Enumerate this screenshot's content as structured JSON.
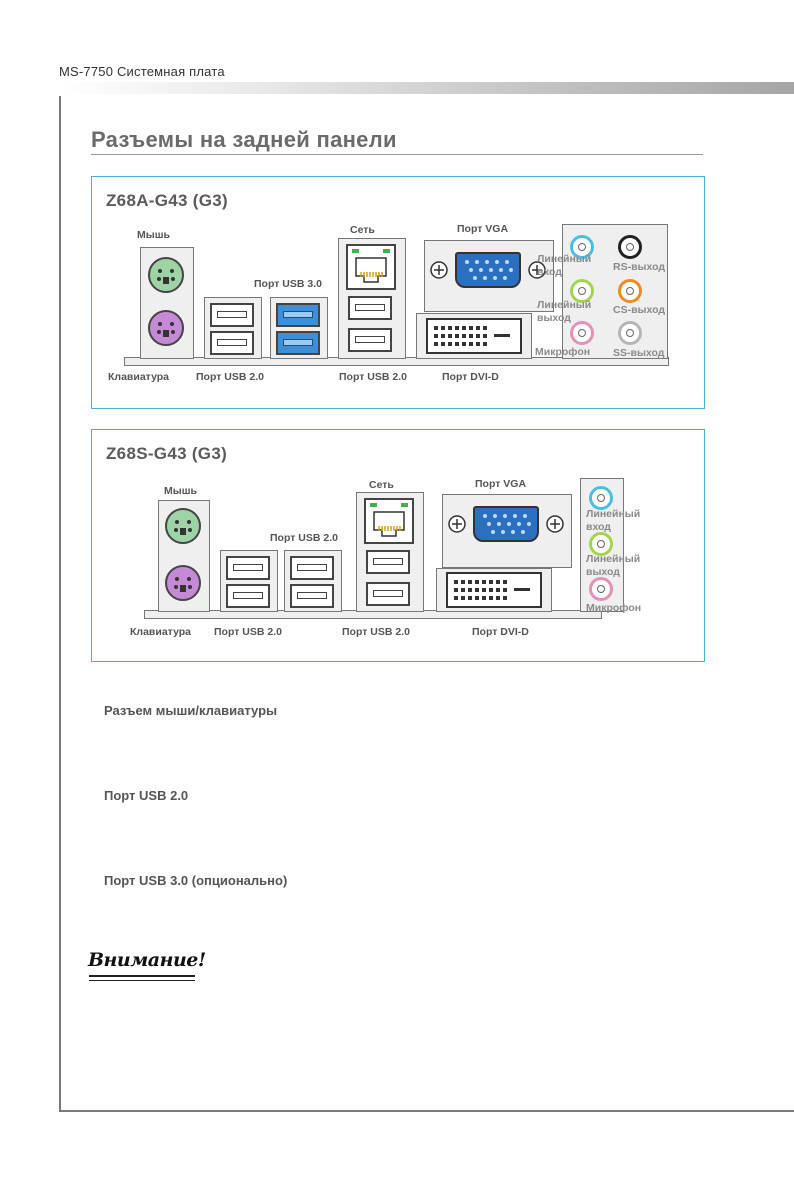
{
  "header": {
    "title": "MS-7750 Системная плата"
  },
  "section": {
    "title": "Разъемы на задней панели"
  },
  "panels": [
    {
      "title": "Z68A-G43 (G3)",
      "labels": {
        "mouse": "Мышь",
        "lan": "Сеть",
        "vga": "Порт VGA",
        "usb3": "Порт USB 3.0",
        "keyboard": "Клавиатура",
        "usb2_a": "Порт USB 2.0",
        "usb2_b": "Порт USB 2.0",
        "dvi": "Порт DVI-D",
        "line_in": "Линейный вход",
        "line_out": "Линейный выход",
        "mic": "Микрофон",
        "rs_out": "RS-выход",
        "cs_out": "CS-выход",
        "ss_out": "SS-выход"
      }
    },
    {
      "title": "Z68S-G43 (G3)",
      "labels": {
        "mouse": "Мышь",
        "lan": "Сеть",
        "vga": "Порт VGA",
        "usb2_top": "Порт USB 2.0",
        "keyboard": "Клавиатура",
        "usb2_a": "Порт USB 2.0",
        "usb2_b": "Порт USB 2.0",
        "dvi": "Порт DVI-D",
        "line_in": "Линейный вход",
        "line_out": "Линейный выход",
        "mic": "Микрофон"
      }
    }
  ],
  "descriptions": [
    "Разъем мыши/клавиатуры",
    "Порт USB 2.0",
    "Порт USB 3.0 (опционально)"
  ],
  "note": {
    "label": "Внимание!"
  },
  "colors": {
    "frame": "#4bb2cf",
    "ps2_mouse": "#9ed3a6",
    "ps2_keyboard": "#c48ad6",
    "line_in_jack": "#4dbde4",
    "line_out_jack": "#a4d34e",
    "mic_jack": "#e68fb8",
    "rs_out_jack": "#222222",
    "cs_out_jack": "#f08a24",
    "ss_out_jack": "#b5b5b5",
    "usb3": "#3e8fd6",
    "vga": "#2a6fc0"
  }
}
